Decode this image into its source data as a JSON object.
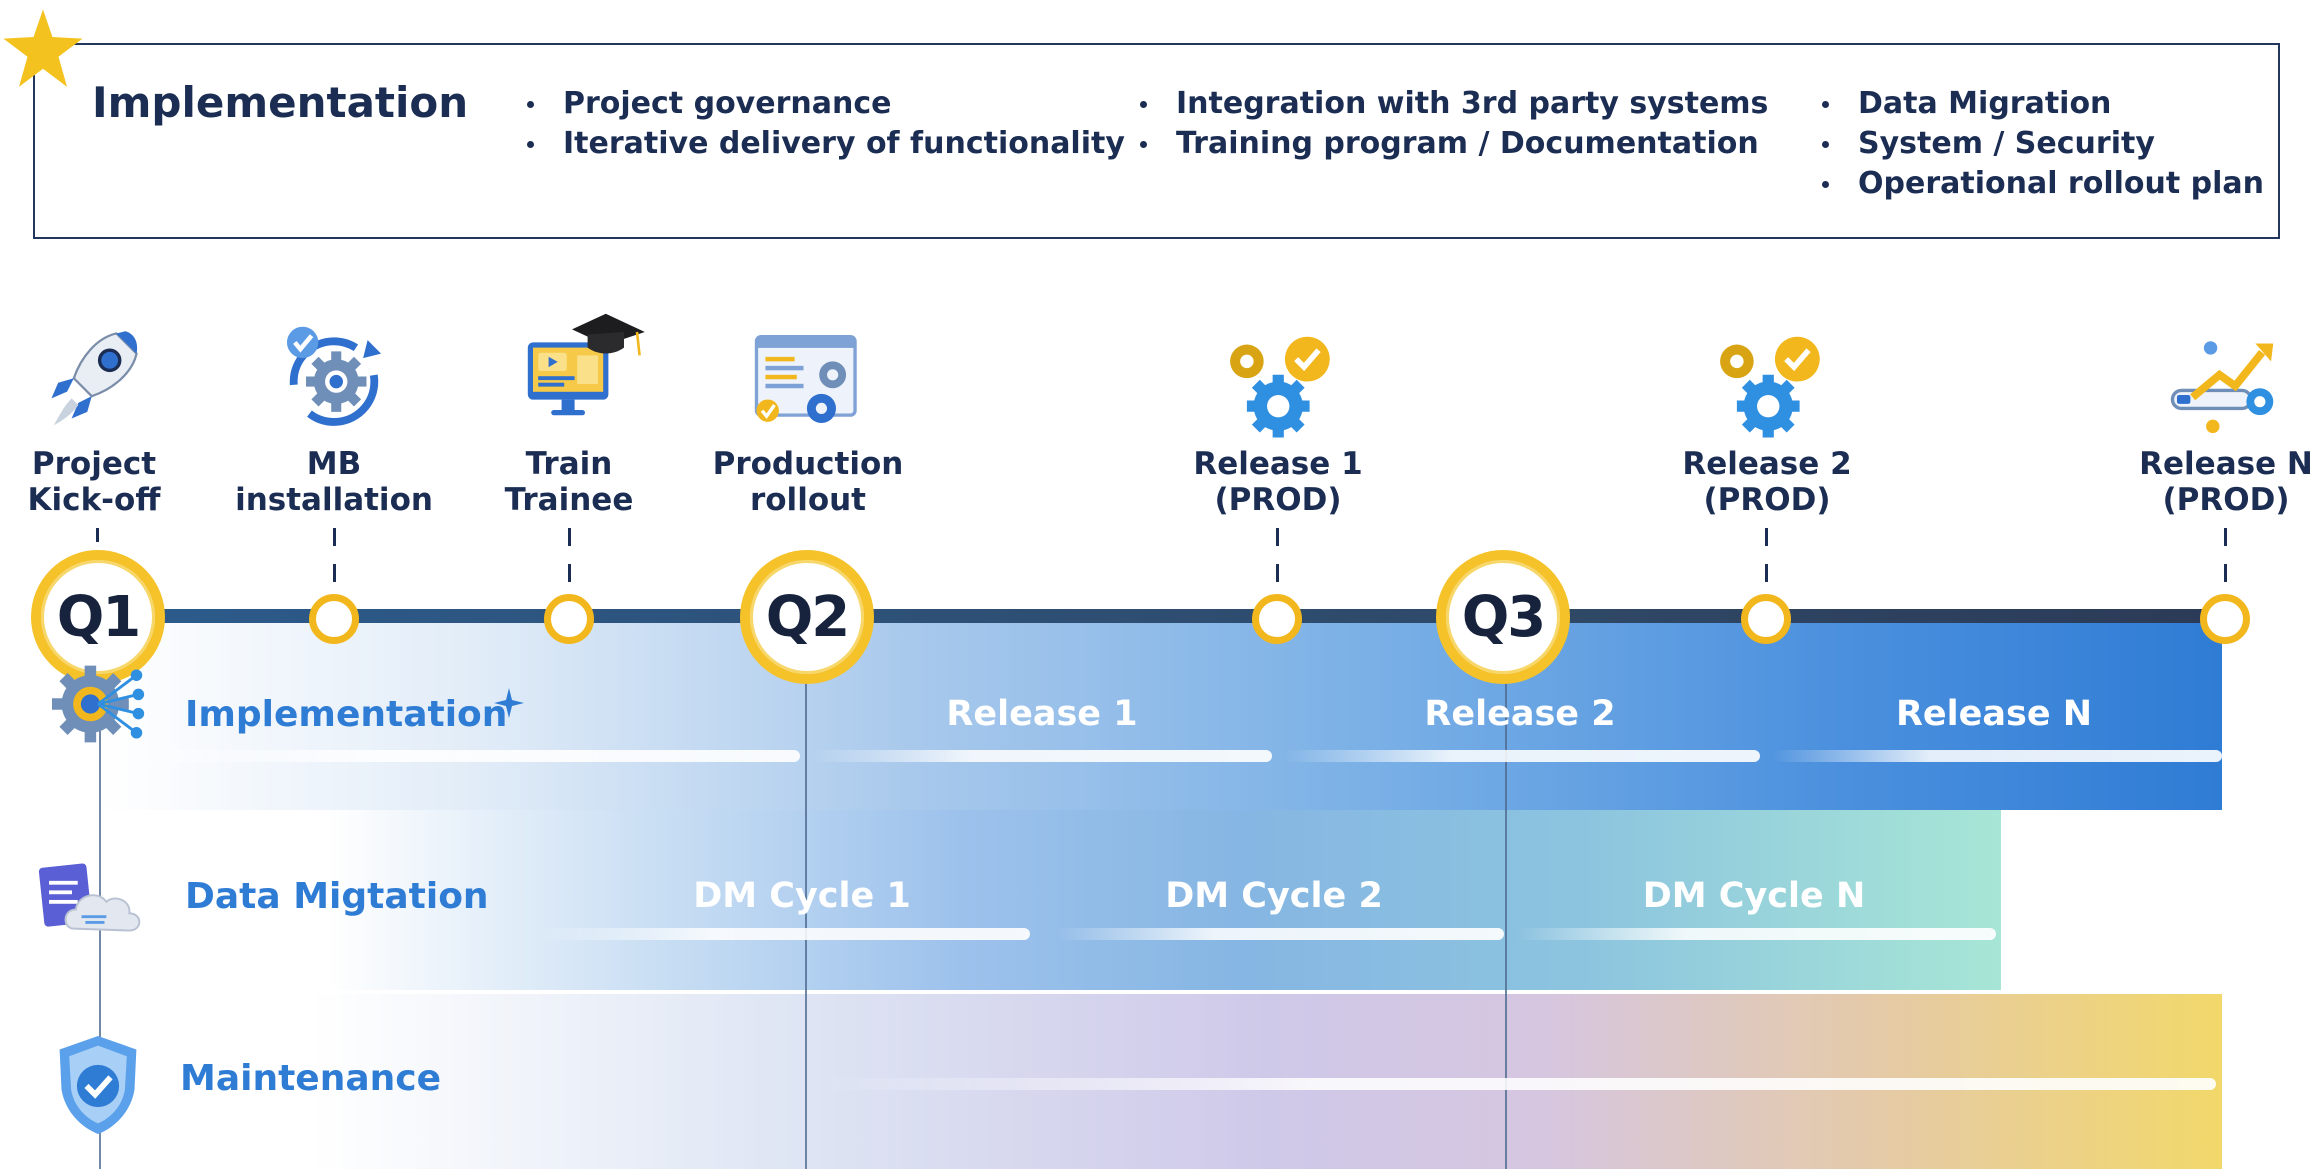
{
  "header": {
    "title": "Implementation",
    "columns": [
      [
        "Project governance",
        "Iterative delivery of functionality"
      ],
      [
        "Integration with 3rd party systems",
        "Training program / Documentation"
      ],
      [
        "Data Migration",
        "System / Security",
        "Operational rollout plan"
      ]
    ]
  },
  "milestones": [
    {
      "line1": "Project",
      "line2": "Kick-off",
      "icon": "rocket-icon"
    },
    {
      "line1": "MB",
      "line2": "installation",
      "icon": "gear-sync-icon"
    },
    {
      "line1": "Train",
      "line2": "Trainee",
      "icon": "monitor-graduation-cap-icon"
    },
    {
      "line1": "Production",
      "line2": "rollout",
      "icon": "dashboard-gears-icon"
    },
    {
      "line1": "Release 1",
      "line2": "(PROD)",
      "icon": "gears-check-icon"
    },
    {
      "line1": "Release 2",
      "line2": "(PROD)",
      "icon": "gears-check-icon"
    },
    {
      "line1": "Release N",
      "line2": "(PROD)",
      "icon": "growth-arrow-gear-icon"
    }
  ],
  "quarters": [
    "Q1",
    "Q2",
    "Q3"
  ],
  "rows": {
    "implementation": {
      "label": "Implementation",
      "icon": "gear-network-icon",
      "segments": [
        "Release 1",
        "Release 2",
        "Release N"
      ]
    },
    "data_migration": {
      "label": "Data Migtation",
      "icon": "cloud-document-icon",
      "segments": [
        "DM Cycle 1",
        "DM Cycle 2",
        "DM Cycle N"
      ]
    },
    "maintenance": {
      "label": "Maintenance",
      "icon": "shield-check-icon"
    }
  },
  "colors": {
    "navy": "#1b2d52",
    "accent_blue": "#2f7cd5",
    "node_yellow": "#f2b71c",
    "maintenance_end": "#f2d86a"
  }
}
